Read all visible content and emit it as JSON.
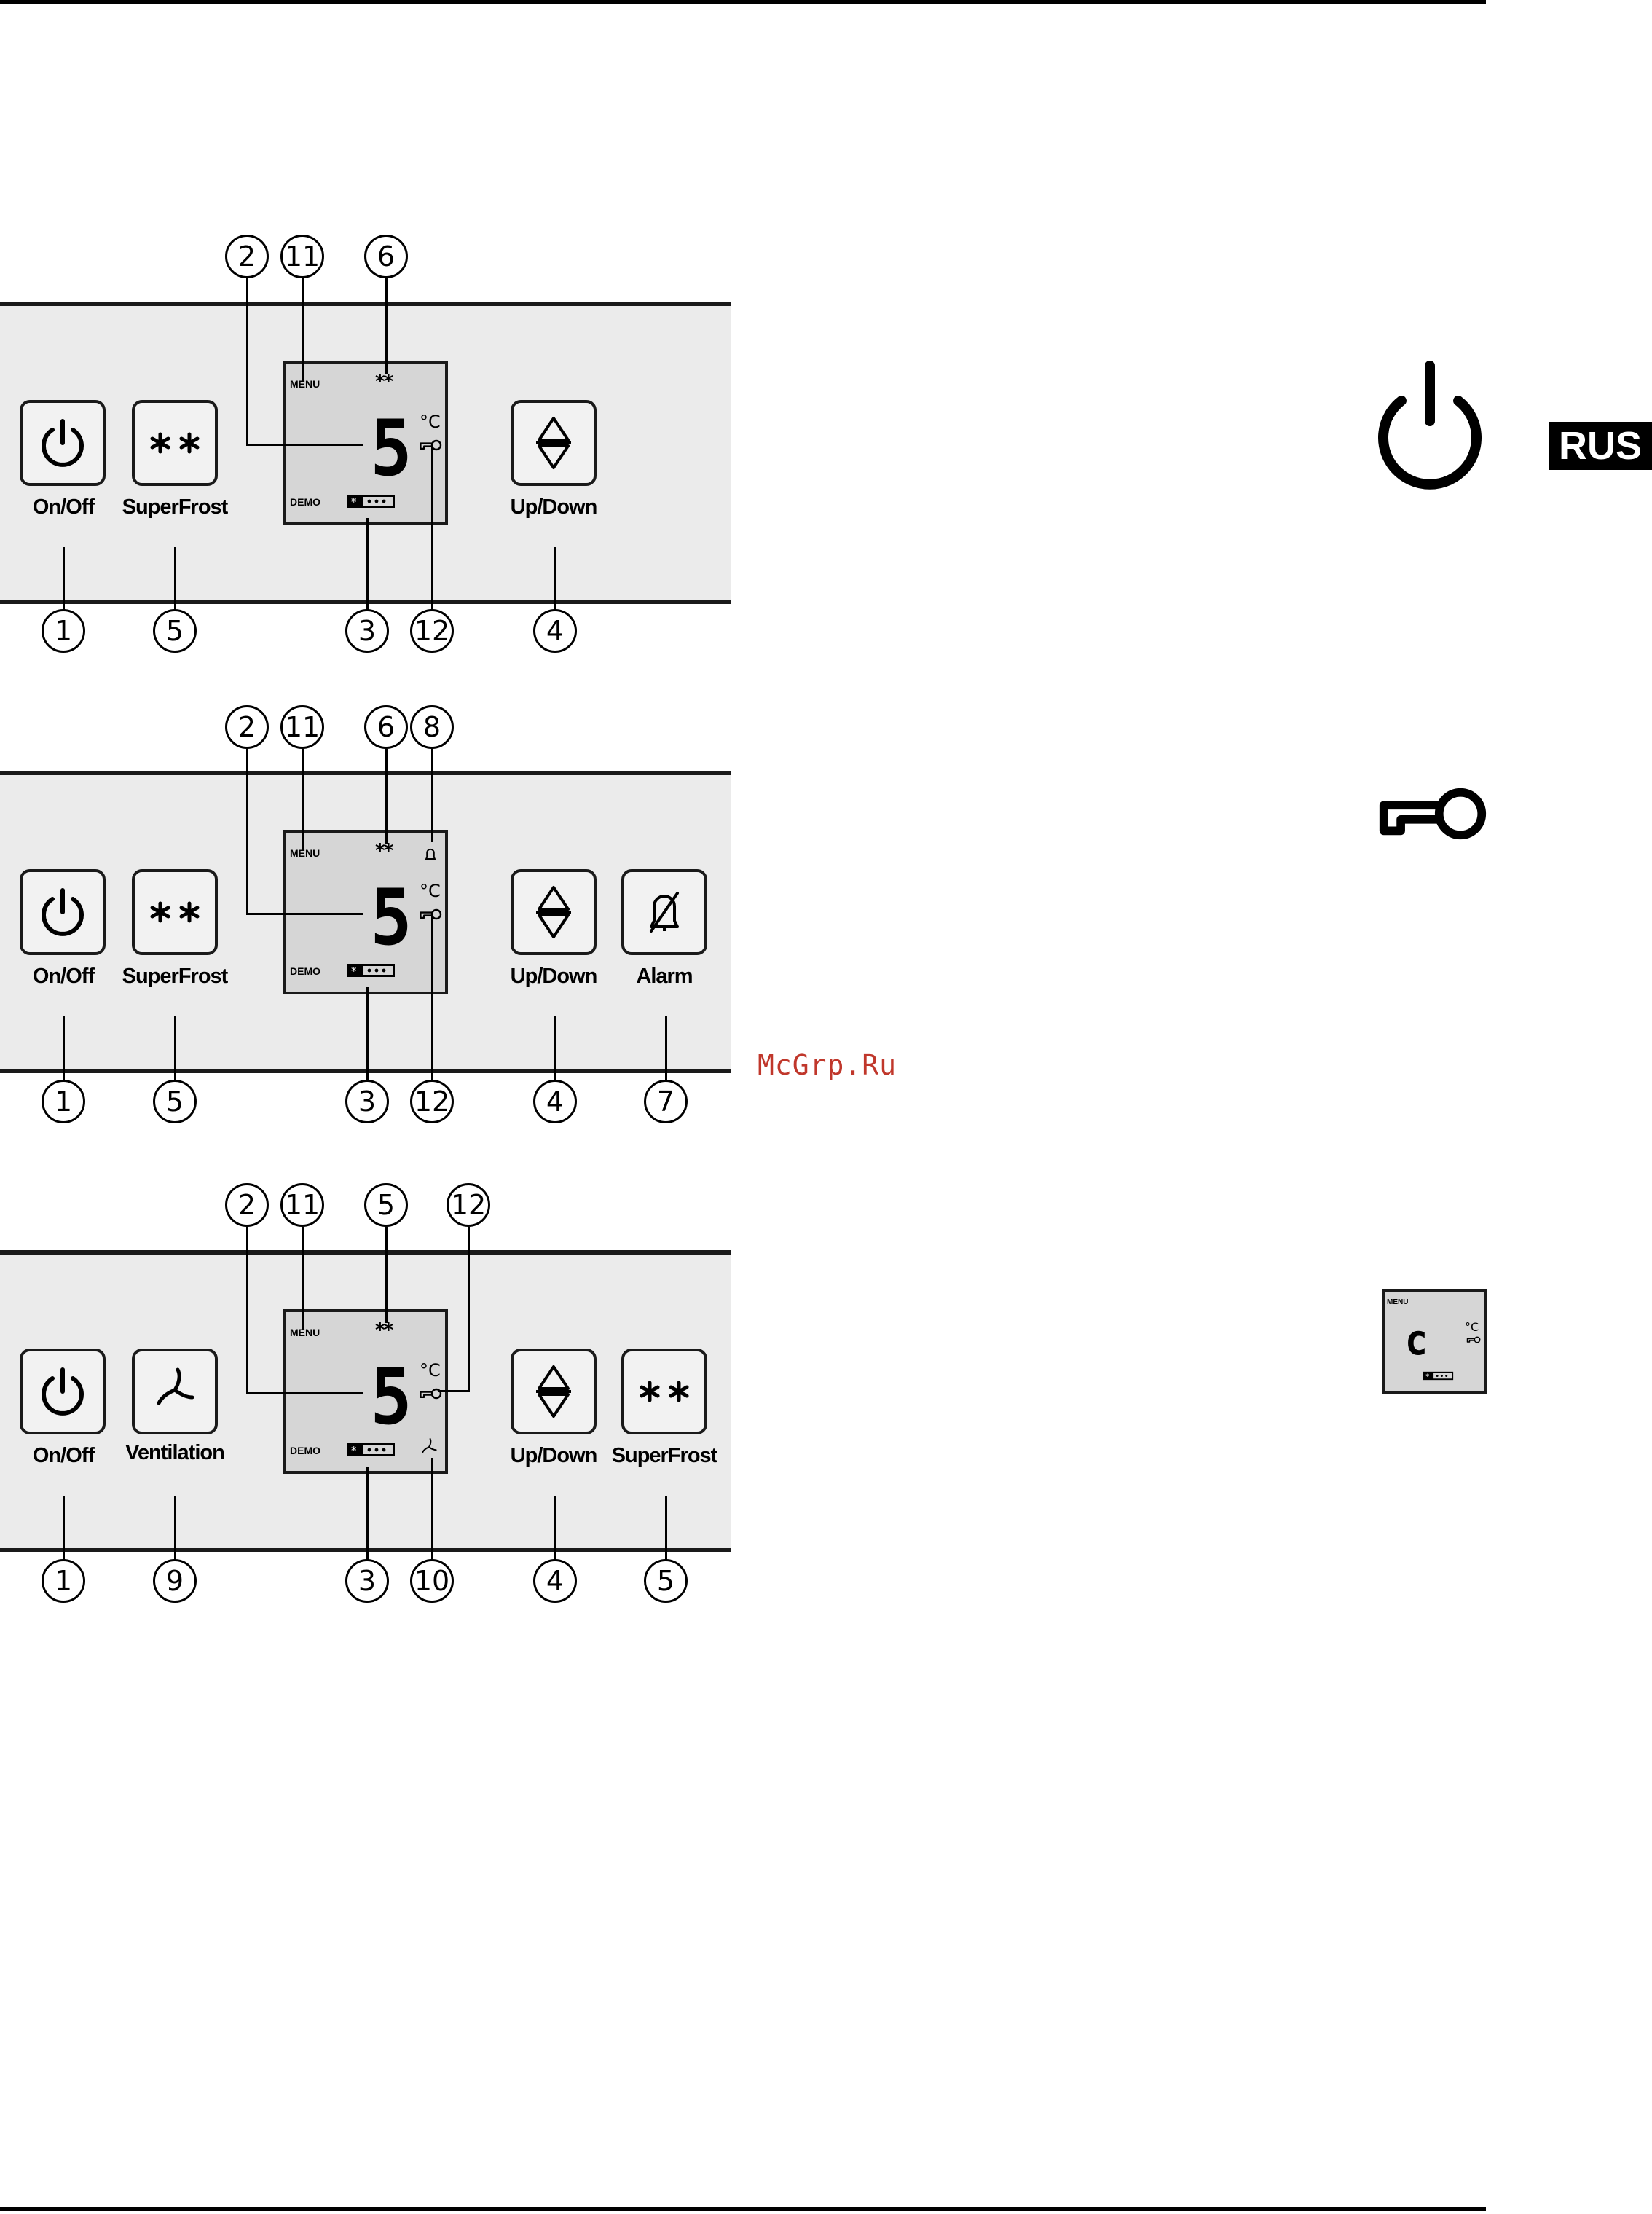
{
  "side": {
    "language_badge": "RUS",
    "watermark": "McGrp.Ru",
    "icons": [
      "power-icon",
      "key-icon"
    ],
    "mini_display": {
      "menu": "MENU",
      "digit": "c",
      "unit": "°C"
    }
  },
  "panels": [
    {
      "buttons": [
        {
          "label": "On/Off",
          "icon": "power-icon"
        },
        {
          "label": "SuperFrost",
          "icon": "stars-icon"
        },
        {
          "label": "Up/Down",
          "icon": "updown-icon"
        }
      ],
      "display": {
        "menu": "MENU",
        "stars": "**",
        "digit": "5",
        "unit": "°C",
        "demo": "DEMO"
      },
      "callouts_top": [
        "2",
        "11",
        "6"
      ],
      "callouts_bottom": [
        "1",
        "5",
        "3",
        "12",
        "4"
      ]
    },
    {
      "buttons": [
        {
          "label": "On/Off",
          "icon": "power-icon"
        },
        {
          "label": "SuperFrost",
          "icon": "stars-icon"
        },
        {
          "label": "Up/Down",
          "icon": "updown-icon"
        },
        {
          "label": "Alarm",
          "icon": "bell-off-icon"
        }
      ],
      "display": {
        "menu": "MENU",
        "stars": "**",
        "digit": "5",
        "unit": "°C",
        "demo": "DEMO"
      },
      "callouts_top": [
        "2",
        "11",
        "6",
        "8"
      ],
      "callouts_bottom": [
        "1",
        "5",
        "3",
        "12",
        "4",
        "7"
      ]
    },
    {
      "buttons": [
        {
          "label": "On/Off",
          "icon": "power-icon"
        },
        {
          "label": "Ventilation",
          "icon": "fan-icon"
        },
        {
          "label": "Up/Down",
          "icon": "updown-icon"
        },
        {
          "label": "SuperFrost",
          "icon": "stars-icon"
        }
      ],
      "display": {
        "menu": "MENU",
        "stars": "**",
        "digit": "5",
        "unit": "°C",
        "demo": "DEMO"
      },
      "callouts_top": [
        "2",
        "11",
        "5",
        "12"
      ],
      "callouts_bottom": [
        "1",
        "9",
        "3",
        "10",
        "4",
        "5"
      ]
    }
  ]
}
